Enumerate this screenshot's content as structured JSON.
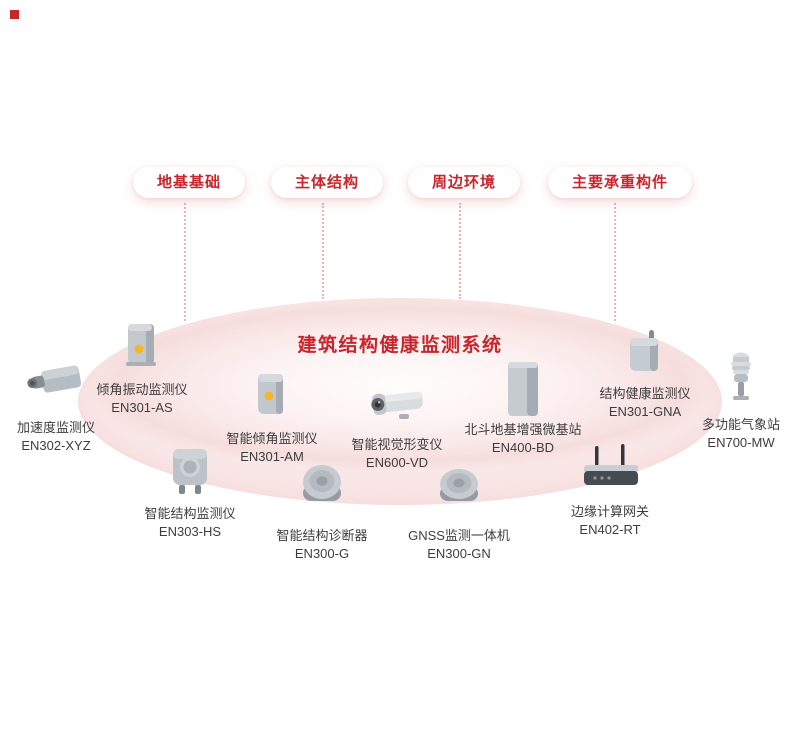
{
  "title": "建筑结构健康监测系统",
  "categories": [
    {
      "label": "地基基础"
    },
    {
      "label": "主体结构"
    },
    {
      "label": "周边环境"
    },
    {
      "label": "主要承重构件"
    }
  ],
  "devices": [
    {
      "name": "加速度监测仪",
      "model": "EN302-XYZ",
      "icon": "accelerometer-icon"
    },
    {
      "name": "倾角振动监测仪",
      "model": "EN301-AS",
      "icon": "tilt-vibration-sensor-icon"
    },
    {
      "name": "智能倾角监测仪",
      "model": "EN301-AM",
      "icon": "tilt-sensor-icon"
    },
    {
      "name": "智能结构监测仪",
      "model": "EN303-HS",
      "icon": "structure-monitor-icon"
    },
    {
      "name": "智能结构诊断器",
      "model": "EN300-G",
      "icon": "structure-diagnostic-icon"
    },
    {
      "name": "智能视觉形变仪",
      "model": "EN600-VD",
      "icon": "vision-camera-icon"
    },
    {
      "name": "GNSS监测一体机",
      "model": "EN300-GN",
      "icon": "gnss-receiver-icon"
    },
    {
      "name": "北斗地基增强微基站",
      "model": "EN400-BD",
      "icon": "beidou-base-station-icon"
    },
    {
      "name": "边缘计算网关",
      "model": "EN402-RT",
      "icon": "edge-gateway-icon"
    },
    {
      "name": "结构健康监测仪",
      "model": "EN301-GNA",
      "icon": "structure-health-monitor-icon"
    },
    {
      "name": "多功能气象站",
      "model": "EN700-MW",
      "icon": "weather-station-icon"
    }
  ],
  "colors": {
    "accent": "#c9252d",
    "platform_pink": "#f6dddd",
    "connector_dotted": "#f0b4b6",
    "label_text": "#3d3d3d",
    "device_gray": "#c3c8ce",
    "indicator_yellow": "#f2b72c"
  }
}
